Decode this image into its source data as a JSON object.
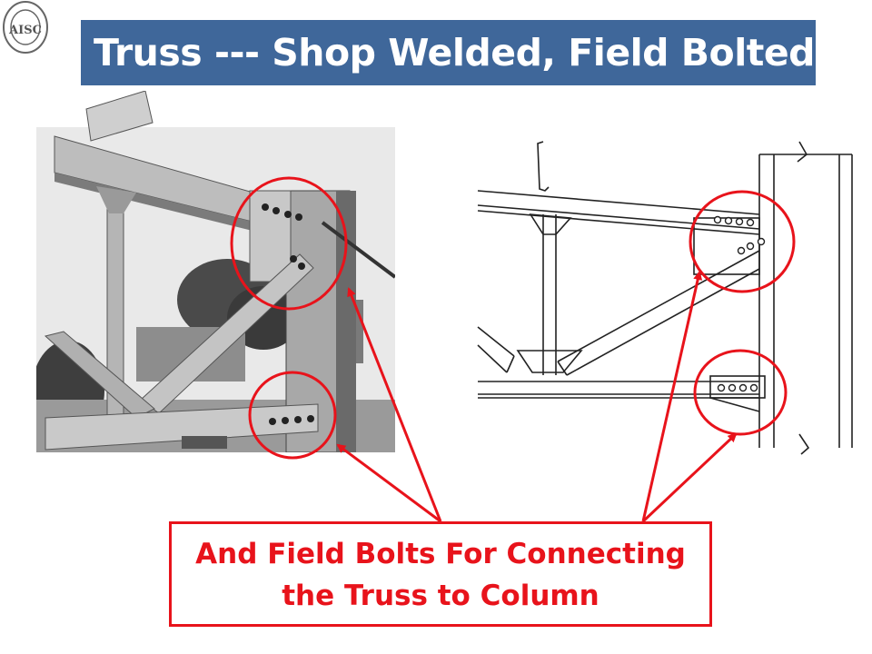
{
  "slide": {
    "title": "Truss --- Shop Welded, Field Bolted",
    "callout_line1": "And Field Bolts For Connecting",
    "callout_line2": "the Truss to Column",
    "logo_text": "AISC",
    "colors": {
      "title_bg": "#3f679a",
      "accent_red": "#e8131b"
    }
  },
  "figures": {
    "left": "photo of steel truss connection to column",
    "right": "line drawing of truss-to-column bolted connection"
  }
}
